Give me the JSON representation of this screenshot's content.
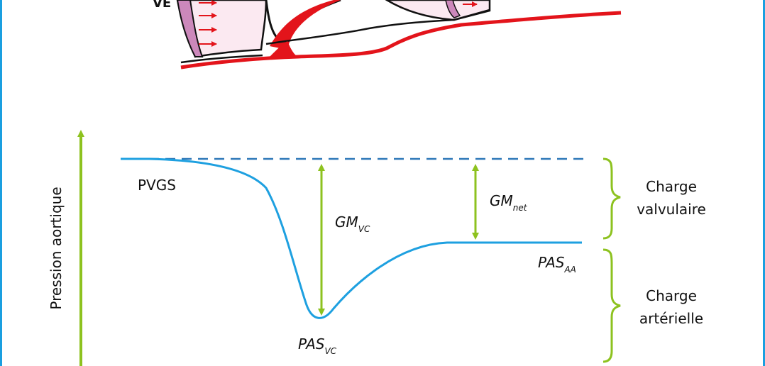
{
  "heart_label": "VE",
  "y_axis_label": "Pression aortique",
  "labels": {
    "pvgs": "PVGS",
    "gm_vc_main": "GM",
    "gm_vc_sub": "VC",
    "gm_net_main": "GM",
    "gm_net_sub": "net",
    "pas_aa_main": "PAS",
    "pas_aa_sub": "AA",
    "pas_vc_main": "PAS",
    "pas_vc_sub": "VC"
  },
  "braces": {
    "valvular_line1": "Charge",
    "valvular_line2": "valvulaire",
    "arterial_line1": "Charge",
    "arterial_line2": "artérielle"
  },
  "colors": {
    "border": "#1a9fe0",
    "curve": "#1ea0e0",
    "dashed": "#2e78b8",
    "arrow": "#8dc21f",
    "vessel": "#e3141b",
    "chamber_fill": "#fbe9f1",
    "ventricle_fill": "#cc88bb"
  }
}
